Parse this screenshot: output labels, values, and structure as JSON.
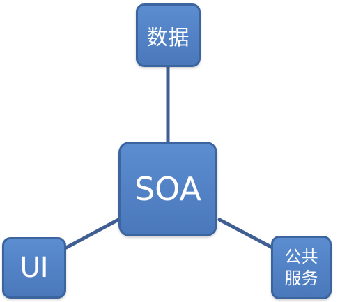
{
  "diagram": {
    "nodes": {
      "center": {
        "label": "SOA"
      },
      "top": {
        "label": "数据"
      },
      "left": {
        "label": "UI"
      },
      "right": {
        "line1": "公共",
        "line2": "服务"
      }
    },
    "colors": {
      "node_fill": "#4a78bb",
      "node_border": "#3c659f",
      "connector": "#3f5f93",
      "text": "#ffffff"
    }
  }
}
